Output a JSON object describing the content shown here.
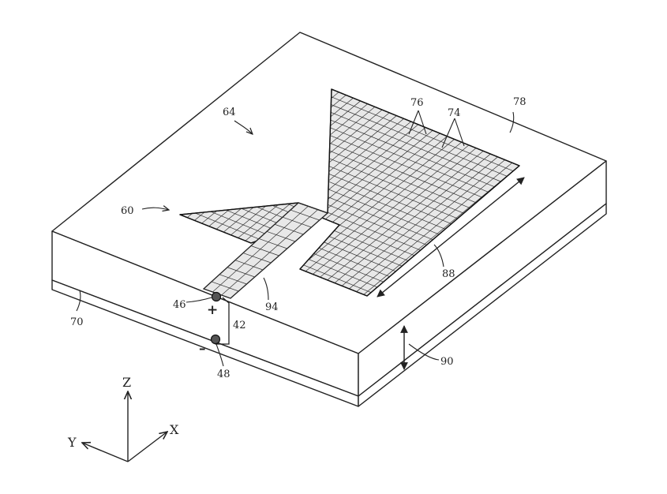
{
  "figure": {
    "refs": {
      "r64": "64",
      "r60": "60",
      "r76": "76",
      "r74": "74",
      "r78": "78",
      "r88": "88",
      "r94": "94",
      "r46": "46",
      "r42": "42",
      "r48": "48",
      "r70": "70",
      "r90": "90"
    },
    "polarity": {
      "plus": "+",
      "minus": "–"
    },
    "axes": {
      "x": "X",
      "y": "Y",
      "z": "Z"
    }
  }
}
